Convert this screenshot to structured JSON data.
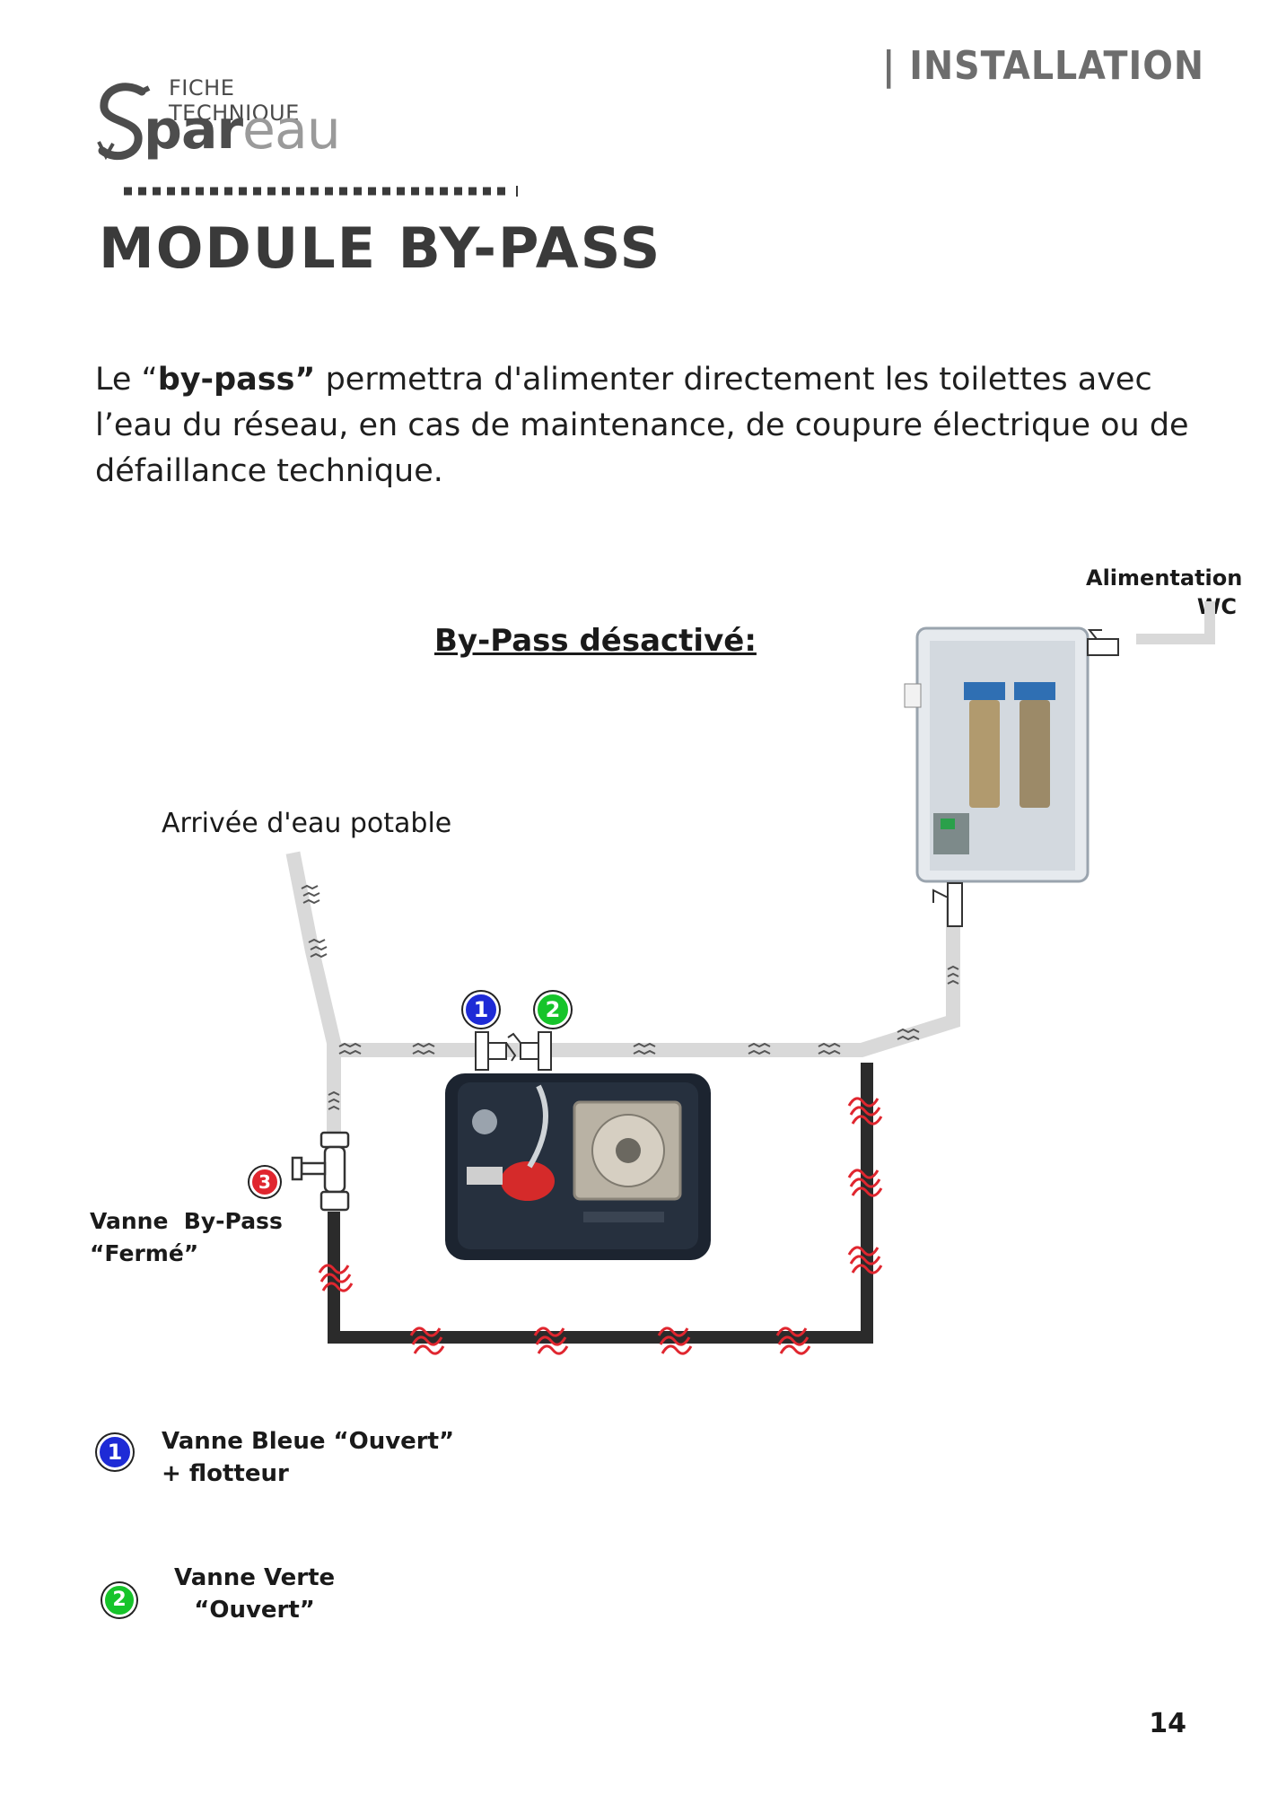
{
  "header": {
    "section": "| INSTALLATION",
    "logo_top": "FICHE TECHNIQUE",
    "logo_brand_dark": "par",
    "logo_brand_light": "eau",
    "page_number": "14"
  },
  "page": {
    "title": "MODULE BY-PASS",
    "intro_prefix": "Le “",
    "intro_bold": "by-pass”",
    "intro_rest": " permettra d'alimenter directement les toilettes avec l’eau du réseau, en cas de maintenance, de coupure électrique ou de défaillance technique."
  },
  "diagram": {
    "title": "By-Pass désactivé:",
    "inlet_label": "Arrivée d'eau potable",
    "outlet_label_line1": "Alimentation",
    "outlet_label_line2": "WC",
    "valve3_line1": "Vanne  By-Pass",
    "valve3_line2": "“Fermé”",
    "badge_1": "1",
    "badge_2": "2",
    "badge_3": "3",
    "colors": {
      "blue": "#1e2bd6",
      "green": "#16c42a",
      "red": "#e0262f",
      "active_pipe": "#d9d9d9",
      "inactive_pipe": "#2b2b2b"
    }
  },
  "legend": [
    {
      "badge": "1",
      "line1": "Vanne Bleue “Ouvert”",
      "line2": "+ flotteur"
    },
    {
      "badge": "2",
      "line1": "Vanne Verte",
      "line2": "“Ouvert”"
    }
  ]
}
